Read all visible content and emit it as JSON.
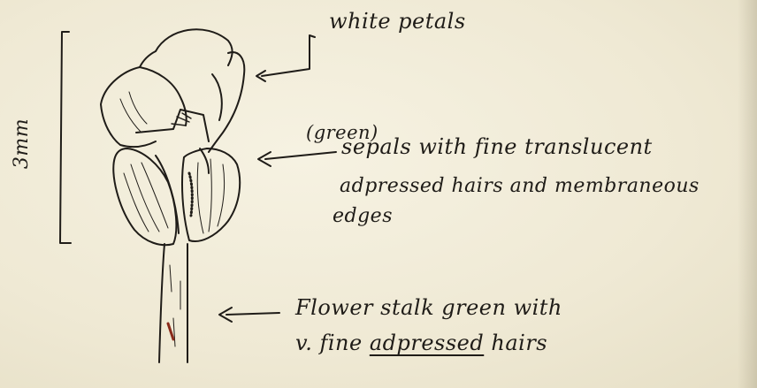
{
  "scale_bar": {
    "label": "3mm"
  },
  "labels": {
    "petals": "white petals",
    "sepal_colour": "(green)",
    "sepals_line1": "sepals with fine translucent",
    "sepals_line2": "adpressed hairs and membraneous",
    "sepals_line3": "edges",
    "stalk_line1": "Flower stalk green with",
    "stalk_line2_prefix": "v. fine ",
    "stalk_line2_underlined": "adpressed",
    "stalk_line2_suffix": " hairs"
  },
  "colors": {
    "ink": "#1f1c18",
    "paper": "#f2eedc",
    "stalk_mark": "#8a2a1a"
  }
}
